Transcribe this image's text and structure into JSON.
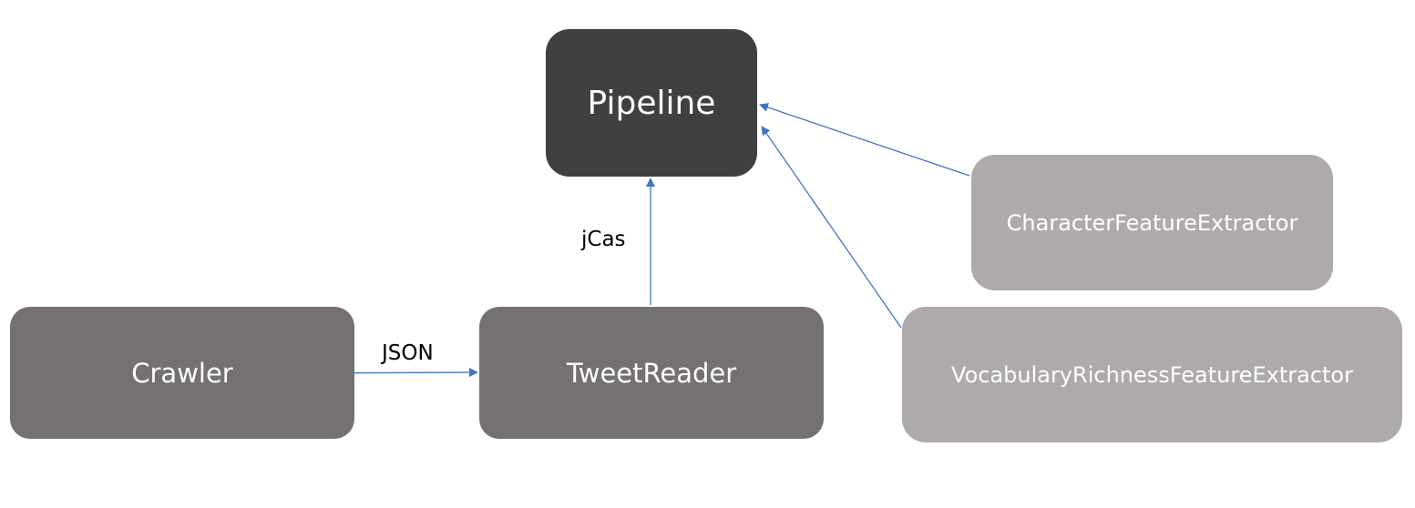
{
  "nodes": {
    "pipeline": {
      "label": "Pipeline",
      "color": "#404040"
    },
    "crawler": {
      "label": "Crawler",
      "color": "#757171"
    },
    "tweetreader": {
      "label": "TweetReader",
      "color": "#757171"
    },
    "character_extractor": {
      "label": "CharacterFeatureExtractor",
      "color": "#aeaaaa"
    },
    "vocabulary_extractor": {
      "label": "VocabularyRichnessFeatureExtractor",
      "color": "#aeaaaa"
    }
  },
  "edges": [
    {
      "from": "crawler",
      "to": "tweetreader",
      "label": "JSON"
    },
    {
      "from": "tweetreader",
      "to": "pipeline",
      "label": "jCas"
    },
    {
      "from": "character_extractor",
      "to": "pipeline",
      "label": ""
    },
    {
      "from": "vocabulary_extractor",
      "to": "pipeline",
      "label": ""
    }
  ],
  "edge_color": "#4472c4"
}
